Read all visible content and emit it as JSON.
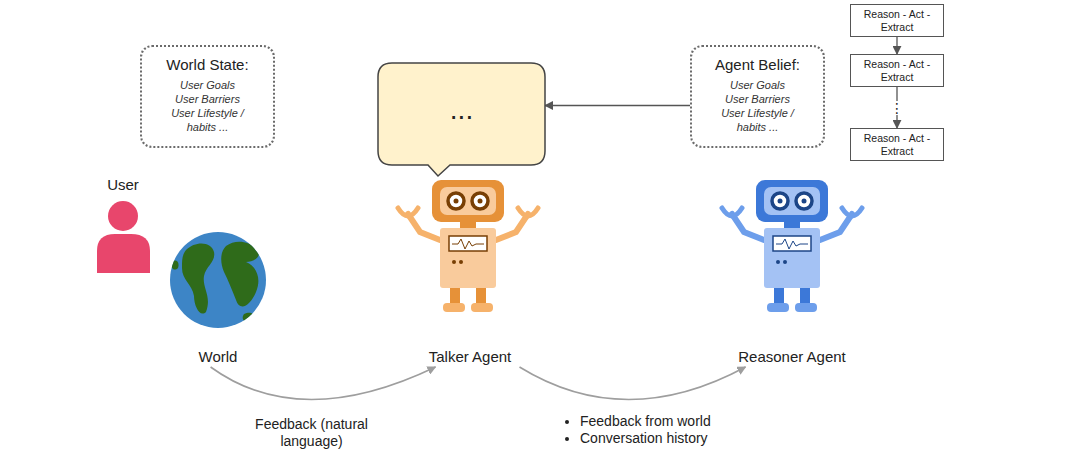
{
  "diagram": {
    "nodes": [
      {
        "text": [
          "World State:",
          "User Goals",
          "User Barriers",
          "User Lifestyle / habits ..."
        ]
      },
      {
        "text": [
          "User"
        ]
      },
      {
        "text": [
          "World"
        ]
      },
      {
        "text": [
          "..."
        ]
      },
      {
        "text": [
          "Talker Agent"
        ]
      },
      {
        "text": [
          "Agent Belief:",
          "User Goals",
          "User Barriers",
          "User Lifestyle / habits ..."
        ]
      },
      {
        "text": [
          "Reasoner Agent"
        ]
      },
      {
        "text": [
          "Reason - Act - Extract"
        ]
      },
      {
        "text": [
          "Reason - Act - Extract"
        ]
      },
      {
        "text": [
          "Reason - Act - Extract"
        ]
      }
    ],
    "edges": [
      {
        "from": 5,
        "to": 3,
        "arrow": "to"
      },
      {
        "from": 2,
        "to": 4,
        "label": "Feedback (natural language)",
        "arrow": "to"
      },
      {
        "from": 4,
        "to": 6,
        "arrow": "to"
      },
      {
        "from": 7,
        "to": 8,
        "arrow": "to"
      },
      {
        "from": 8,
        "to": 9,
        "label": "⋮",
        "arrow": "to"
      }
    ],
    "labels": [
      "Feedback from world",
      "Conversation history"
    ]
  }
}
